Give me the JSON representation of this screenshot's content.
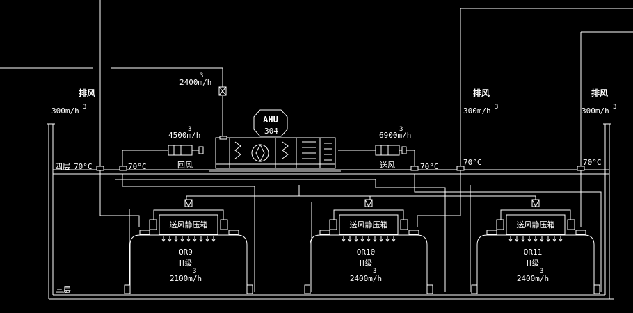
{
  "ahu": {
    "label": "AHU",
    "number": "304"
  },
  "outdoor_air": {
    "flow": "2400m/h",
    "sup": "3"
  },
  "return_air": {
    "flow": "4500m/h",
    "sup": "3",
    "label": "回风"
  },
  "supply_air": {
    "flow": "6900m/h",
    "sup": "3",
    "label": "送风"
  },
  "exhaust": [
    {
      "label": "排风",
      "flow": "300m/h",
      "sup": "3"
    },
    {
      "label": "排风",
      "flow": "300m/h",
      "sup": "3"
    },
    {
      "label": "排风",
      "flow": "300m/h",
      "sup": "3"
    }
  ],
  "floors": {
    "fourth": "四层",
    "third": "三层"
  },
  "fire_damper": "70°C",
  "rooms": [
    {
      "name": "OR9",
      "grade": "Ⅲ级",
      "flow": "2100m/h",
      "sup": "3",
      "plenum": "送风静压箱"
    },
    {
      "name": "OR10",
      "grade": "Ⅲ级",
      "flow": "2400m/h",
      "sup": "3",
      "plenum": "送风静压箱"
    },
    {
      "name": "OR11",
      "grade": "Ⅲ级",
      "flow": "2400m/h",
      "sup": "3",
      "plenum": "送风静压箱"
    }
  ],
  "colors": {
    "background": "#000000",
    "line": "#ffffff"
  }
}
